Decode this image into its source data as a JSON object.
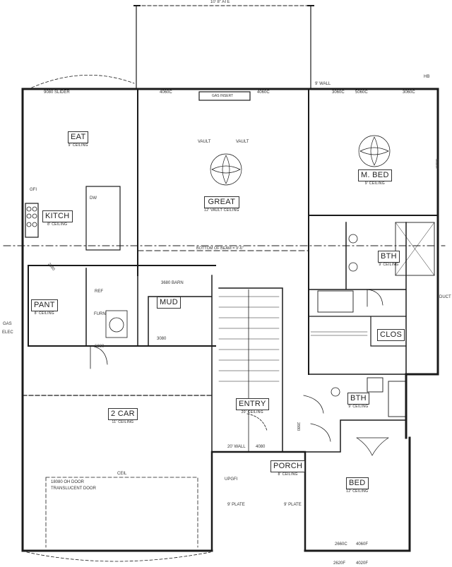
{
  "rooms": {
    "eat": {
      "name": "EAT",
      "ceiling": "9' CEILING"
    },
    "kitch": {
      "name": "KITCH",
      "ceiling": "8' CEILING"
    },
    "great": {
      "name": "GREAT",
      "ceiling": "12' VAULT CEILING"
    },
    "mbed": {
      "name": "M. BED",
      "ceiling": "9' CEILING"
    },
    "pant": {
      "name": "PANT",
      "ceiling": "8' CEILING"
    },
    "mud": {
      "name": "MUD",
      "ceiling": ""
    },
    "bth1": {
      "name": "BTH",
      "ceiling": "9' CEILING"
    },
    "clos": {
      "name": "CLOS",
      "ceiling": ""
    },
    "bth2": {
      "name": "BTH",
      "ceiling": "9' CEILING"
    },
    "entry": {
      "name": "ENTRY",
      "ceiling": "20' CEILING"
    },
    "car": {
      "name": "2 CAR",
      "ceiling": "11' CEILING"
    },
    "porch": {
      "name": "PORCH",
      "ceiling": "8' CEILING"
    },
    "bed": {
      "name": "BED",
      "ceiling": "12' CEILING"
    }
  },
  "notes": {
    "slider": "9080 SLIDER",
    "top_plate": "10' 8\" ATE",
    "w4060a": "4060C",
    "w4060b": "4060C",
    "gas_insert": "GAS INSERT",
    "w3060a": "3060C",
    "w5060": "5060C",
    "w3060b": "3060C",
    "wall_9": "9' WALL",
    "vault_l": "VAULT",
    "vault_r": "VAULT",
    "beam": "BOTTOM OF BEAM = 9'-6\"",
    "barn": "3680 BARN",
    "door_3080": "3080",
    "door_2880": "2880",
    "door_4080": "4080",
    "door_2680": "2680",
    "door_6080": "6080",
    "gas": "GAS",
    "elec": "ELEC",
    "ohdoor_line1": "18080 OH DOOR",
    "ohdoor_line2": "TRANSLUCENT DOOR",
    "plate_l": "9' PLATE",
    "plate_r": "9' PLATE",
    "ceil": "CEIL",
    "upgfi": "UPGFI",
    "w2660": "2660C",
    "w4060f": "4060F",
    "w2620": "2620F",
    "w4020": "4020F",
    "gfi": "GFI",
    "furn": "FURN",
    "ref": "REF",
    "dw": "DW",
    "wall_20": "20' WALL",
    "duct": "DUCT",
    "hb": "HB",
    "w6020": "6020F"
  }
}
